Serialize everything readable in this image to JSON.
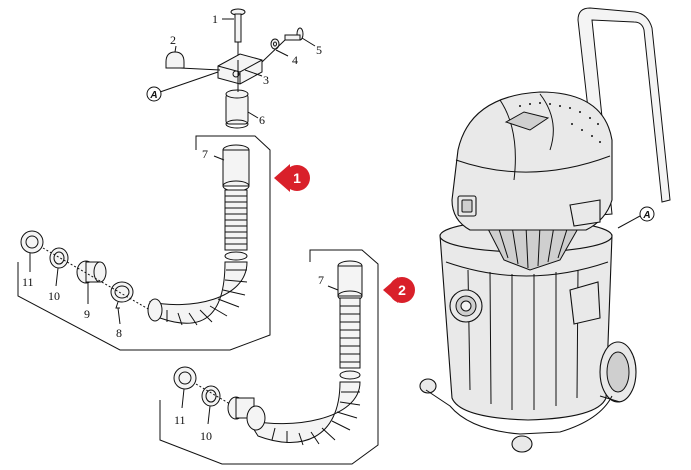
{
  "callouts": {
    "step_1": "1",
    "step_2": "2"
  },
  "reference_mark": "A",
  "part_numbers": {
    "p1": "1",
    "p2": "2",
    "p3": "3",
    "p4": "4",
    "p5": "5",
    "p6": "6",
    "p7_upper": "7",
    "p7_lower": "7",
    "p8": "8",
    "p9": "9",
    "p10_upper": "10",
    "p10_lower": "10",
    "p11_upper": "11",
    "p11_lower": "11"
  },
  "colors": {
    "callout_red": "#d9202a",
    "line": "#111111",
    "part_fill": "#f4f4f4"
  }
}
